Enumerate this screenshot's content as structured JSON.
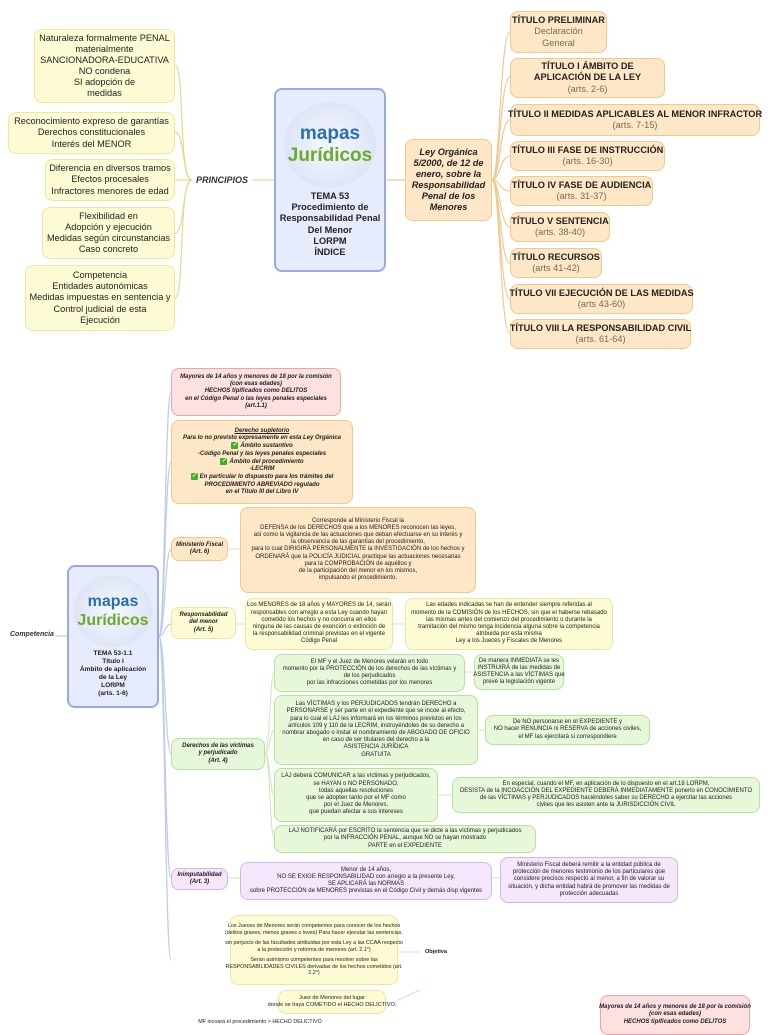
{
  "top": {
    "central": {
      "lines": [
        "TEMA 53",
        "Procedimiento de",
        "Responsabilidad Penal",
        "Del Menor",
        "LORPM",
        "ÍNDICE"
      ]
    },
    "logo": {
      "line1": "mapas",
      "line2": "Jurídicos"
    },
    "principios_label": "PRINCIPIOS",
    "principios": [
      {
        "lines": [
          "Naturaleza formalmente PENAL",
          "materialmente",
          "SANCIONADORA-EDUCATIVA",
          "NO condena",
          "SI adopción de",
          "medidas"
        ]
      },
      {
        "lines": [
          "Reconocimiento expreso de garantías",
          "Derechos constitucionales",
          "Interés del MENOR"
        ]
      },
      {
        "lines": [
          "Diferencia en diversos tramos",
          "Efectos procesales",
          "Infractores menores de edad"
        ]
      },
      {
        "lines": [
          "Flexibilidad en",
          "Adopción y ejecución",
          "Medidas según circunstancias",
          "Caso concreto"
        ]
      },
      {
        "lines": [
          "Competencia",
          "Entidades autonómicas",
          "Medidas impuestas en sentencia y",
          "Control judicial de esta",
          "Ejecución"
        ]
      }
    ],
    "ley": {
      "lines": [
        "Ley Orgánica",
        "5/2000, de 12 de",
        "enero, sobre la",
        "Responsabilidad",
        "Penal de los",
        "Menores"
      ]
    },
    "titulos": [
      {
        "title": "TÍTULO PRELIMINAR",
        "sub": [
          "Declaración",
          "General"
        ]
      },
      {
        "title": "TÍTULO I ÁMBITO DE APLICACIÓN DE LA LEY",
        "sub": [
          "(arts. 2-6)"
        ]
      },
      {
        "title": "TÍTULO II MEDIDAS APLICABLES AL MENOR INFRACTOR",
        "sub": [
          "(arts. 7-15)"
        ]
      },
      {
        "title": "TÍTULO III FASE DE INSTRUCCIÓN",
        "sub": [
          "(arts. 16-30)"
        ]
      },
      {
        "title": "TÍTULO IV FASE DE AUDIENCIA",
        "sub": [
          "(arts. 31-37)"
        ]
      },
      {
        "title": "TÍTULO V SENTENCIA",
        "sub": [
          "(arts. 38-40)"
        ]
      },
      {
        "title": "TÍTULO RECURSOS",
        "sub": [
          "(arts 41-42)"
        ]
      },
      {
        "title": "TÍTULO VII EJECUCIÓN DE LAS MEDIDAS",
        "sub": [
          "(arts 43-60)"
        ]
      },
      {
        "title": "TÍTULO VIII LA RESPONSABILIDAD CIVIL",
        "sub": [
          "(arts. 61-64)"
        ]
      }
    ]
  },
  "bottom": {
    "central": {
      "lines": [
        "TEMA 53-1.1",
        "Título I",
        "Ámbito de aplicación",
        "de la Ley",
        "LORPM",
        "(arts. 1-6)"
      ]
    },
    "competencia_label": "Competencia",
    "mayores": {
      "lines": [
        "Mayores de 14 años y menores de 18 por la comisión",
        "(con esas edades)",
        "HECHOS  tipificados como DELITOS",
        "en el Código Penal o las leyes penales especiales",
        "(art.1.1)"
      ]
    },
    "supletorio": {
      "lines": [
        "Derecho  supletorio",
        "Para lo  no  previsto  expresamente en  esta Ley  Orgánica",
        "Ámbito  sustantivo",
        "-Código  Penal y  las  leyes  penales especiales",
        "Ámbito  del  procedimiento",
        "-LECRIM",
        "En particular lo  dispuesto  para  los  trámites  del",
        "PROCEDIMIENTO  ABREVIADO  regulado",
        "en el Título  III  del Libro  IV"
      ]
    },
    "ministerio_label": [
      "Ministerio Fiscal",
      "(Art.  6)"
    ],
    "ministerio_text": {
      "lines": [
        "Corresponde  al  Ministerio  Fiscal la",
        "DEFENSA  de  los  DERECHOS  que  a los  MENORES  reconocen  las  leyes,",
        "así como  la vigilancia de  las  actuaciones  que deban efectuarse en  su  interés  y",
        "la observancia de  las  garantías  del  procedimiento,",
        "para  lo  cual  DIRIGIRÁ PERSONALMENTE  la INVESTIGACIÓN  de  los  hechos  y",
        "ORDENARÁ que  la POLICÍA JUDICIAL  practique  las  actuaciones  necesarias",
        "para  la  COMPROBACIÓN  de  aquéllos y",
        "de  la  participación  del  menor  en  los  mismos,",
        "impulsando  el  procedimiento."
      ]
    },
    "responsabilidad_label": [
      "Responsabilidad",
      "del menor",
      "(Art.  5)"
    ],
    "responsabilidad_text": {
      "lines": [
        "Los MENORES de 18 años y MAYORES de 14, serán",
        "responsables con arreglo a esta Ley cuando hayan",
        "cometido los hechos y no concurra en ellos",
        "ninguna de las causas de exención o extinción de",
        "la responsabilidad criminal previstas en el vigente",
        "Código Penal"
      ]
    },
    "edades_text": {
      "lines": [
        "Las edades indicadas se han de entender siempre referidas al",
        "momento de la COMISIÓN de los HECHOS, sin que el haberse rebasado",
        "las mismas antes del comienzo del procedimiento o durante la",
        "tramitación del mismo tenga incidencia alguna sobre la competencia",
        "atribuida por esta misma",
        "Ley a los Jueces y Fiscales de Menores"
      ]
    },
    "victimas_label": [
      "Derechos  de  las  víctimas",
      "y  perjudicado",
      "(Art.  4)"
    ],
    "victimas_1": {
      "lines": [
        "El MF y el Juez de Menores velarán en todo",
        "momento por la PROTECCIÓN de los derechos de las víctimas y",
        "de los perjudicados",
        "por las infracciones cometidas por los menores"
      ]
    },
    "victimas_1b": {
      "lines": [
        "De manera INMEDIATA se les",
        "INSTRUIRÁ de las medidas de",
        "ASISTENCIA a las VÍCTIMAS que",
        "prevé la legislación vigente"
      ]
    },
    "victimas_2": {
      "lines": [
        "Las VÍCTIMAS y los PERJUDICADOS tendrán DERECHO a",
        "PERSONARSE y ser parte en el expediente que se incoe al efecto,",
        "para lo cual el LAJ les informará en los términos previstos en los",
        "artículos 109 y 110 de la LECRIM, instruyéndoles de su derecho a",
        "nombrar abogado o instar el nombramiento de ABOGADO DE OFICIO",
        "en caso de ser titulares del derecho a la",
        "ASISTENCIA JURÍDICA",
        "GRATUITA"
      ]
    },
    "victimas_2b": {
      "lines": [
        "De NO  personarse  en  el  EXPEDIENTE  y",
        "NO  hacer RENUNCIA  ni RESERVA  de  acciones  civiles,",
        "el  MF  las  ejercitará si correspondiere"
      ]
    },
    "victimas_3": {
      "lines": [
        "LAJ deberá  COMUNICAR a  las víctimas  y  perjudicados,",
        "se  HAYAN  o  NO  PERSONADO,",
        "todas  aquellas  resoluciones",
        "que  se adopten  tanto  por  el  MF como",
        "por  el  Juez  de  Menores,",
        "que  puedan afectar  a  sus  intereses"
      ]
    },
    "victimas_3b": {
      "lines": [
        "En especial,  cuando  el  MF,  en  aplicación  de  lo  dispuesto  en  el  art.18  LORPM,",
        "DESISTA  de  la  INCOACCIÓN  DEL  EXPEDIENTE  DEBERÁ INMEDIATAMENTE ponerlo  en  CONOCIMIENTO",
        "de  las  VÍCTIMAS  y  PERJUDICADOS  haciéndoles saber su  DERECHO  a  ejercitar  las  acciones",
        "civiles  que  les  asisten  ante  la  JURISDICCIÓN CIVIL"
      ]
    },
    "victimas_4": {
      "lines": [
        "LAJ  NOTIFICARÁ por ESCRITO la  sentencia  que  se  dicte  a  las  víctimas  y  perjudicados",
        "por  la  INFRACCIÓN  PENAL, aunque  NO  se  hayan  mostrado",
        "PARTE  en  el  EXPEDIENTE"
      ]
    },
    "inimput_label": [
      "Inimputabilidad",
      "(Art. 3)"
    ],
    "inimput_text": {
      "lines": [
        "Menor  de  14  años,",
        "NO SE EXIGE  RESPONSABILIDAD  con  arreglo  a la presente  Ley,",
        "SE  APLICARÁ las  NORMAS",
        "sobre  PROTECCIÓN  de  MENORES  previstas  en  el  Código  Civil  y demás disp vigentes"
      ]
    },
    "inimput_text_b": {
      "lines": [
        "Ministerio Fiscal deberá remitir a la entidad pública de",
        "protección de menores testimonio de los particulares que",
        "considere precisos respecto al menor, a fin de valorar su",
        "situación, y dicha entidad habrá de promover las medidas de",
        "protección adecuadas"
      ]
    },
    "objetiva_label": "Objetiva",
    "objetiva_text": {
      "lines": [
        "Los Jueces de Menores serán competentes para conocer de los hechos",
        "(delitos graves, menos graves o leves) Para hacer ejecutar las sentencias.",
        "",
        "sin perjuicio de las facultades atribuidas por esta Ley a las CCAA respecto",
        "a la protección y reforma de menores (art. 2.1°)",
        "",
        "Serán asimismo competentes para resolver sobre las",
        "RESPONSABILIDADES CIVILES derivadas de los hechos cometidos (art.",
        "2.2°)"
      ]
    },
    "territorial_text": {
      "lines": [
        "Juez  de  Menores  del  lugar",
        "donde  se  haya  COMETIDO el  HECHO DELICTIVO."
      ]
    },
    "bottom_cut": {
      "lines": [
        "MF incoará el procedimiento > HECHO DELICTIVO"
      ]
    },
    "mayores_repeat": {
      "lines": [
        "Mayores de 14 años y menores de 18 por la comisión",
        "(con esas edades)",
        "HECHOS  tipificados como DELITOS"
      ]
    }
  },
  "colors": {
    "yellow": "#fdfbd3",
    "orange": "#fde7c6",
    "pink": "#fde0e0",
    "green": "#e6f8d9",
    "violet": "#f4e6fb",
    "blue": "#e7ecfd",
    "tick": "#43b02a"
  }
}
